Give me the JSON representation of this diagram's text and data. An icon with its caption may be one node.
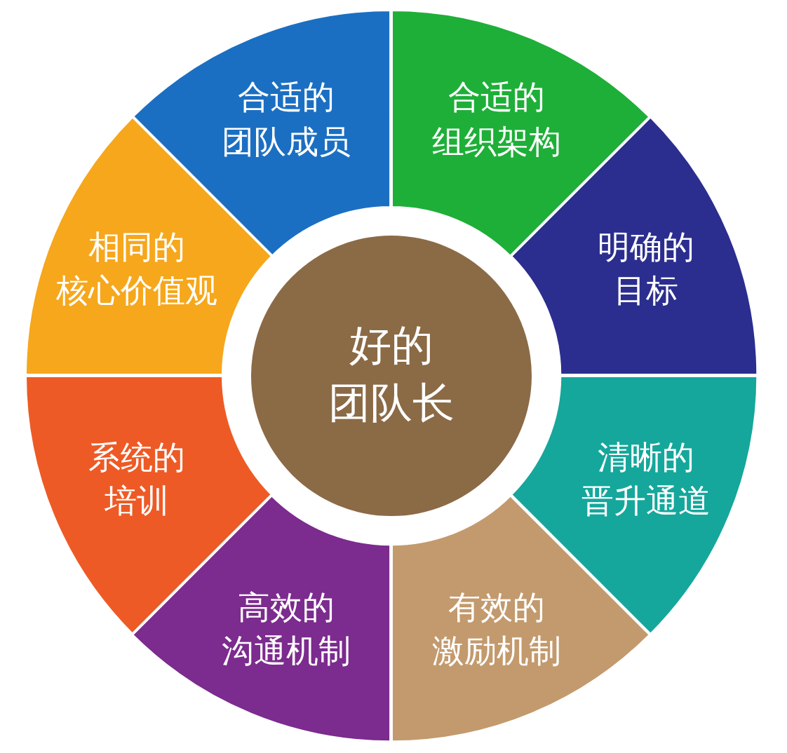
{
  "diagram": {
    "nodes": [
      {
        "text": [
          "好的团队长"
        ]
      },
      {
        "text": [
          "合适的团队成员"
        ]
      },
      {
        "text": [
          "合适的组织架构"
        ]
      },
      {
        "text": [
          "相同的核心价值观"
        ]
      },
      {
        "text": [
          "明确的目标"
        ]
      },
      {
        "text": [
          "系统的培训"
        ]
      },
      {
        "text": [
          "清晰的晋升通道"
        ]
      },
      {
        "text": [
          "高效的沟通机制"
        ]
      },
      {
        "text": [
          "有效的激励机制"
        ]
      }
    ]
  }
}
